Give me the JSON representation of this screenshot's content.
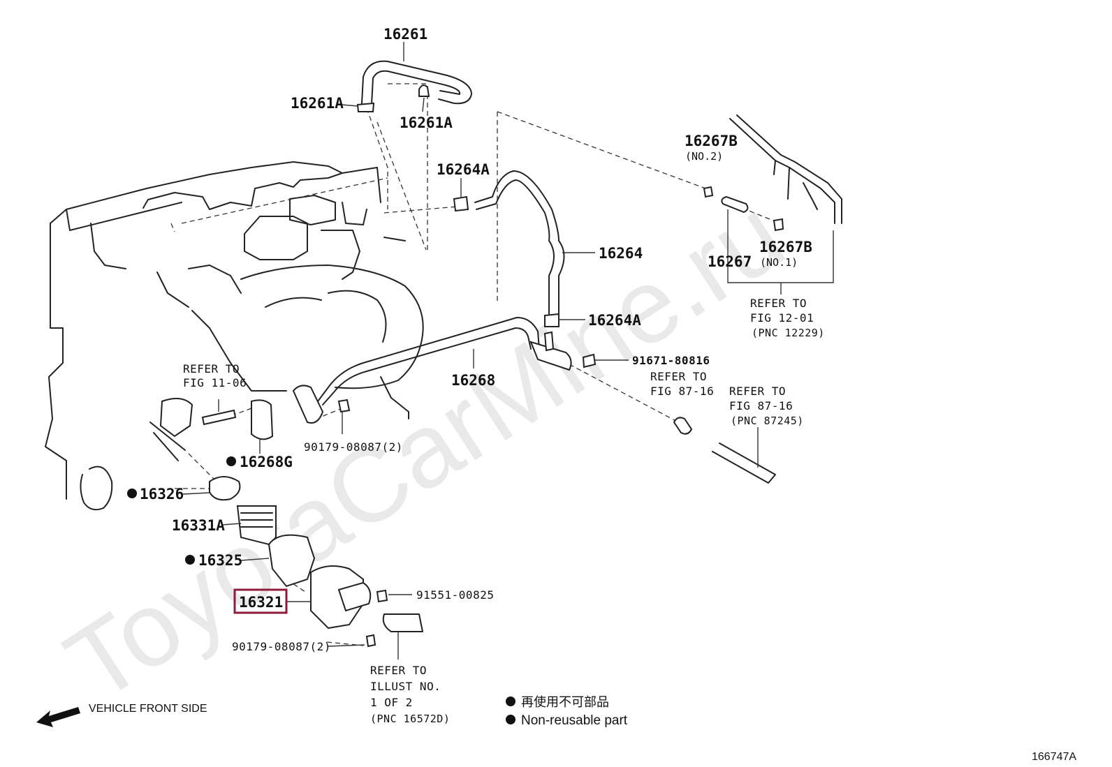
{
  "watermark": "ToyotaCarMine.ru",
  "figure_id": "166747A",
  "highlight_color": "#8e1b3a",
  "parts": {
    "p16261": "16261",
    "p16261A_left": "16261A",
    "p16261A_right": "16261A",
    "p16264A_top": "16264A",
    "p16264": "16264",
    "p16264A_bottom": "16264A",
    "p16267B_no2": "16267B",
    "p16267B_no2_sub": "(NO.2)",
    "p16267": "16267",
    "p16267B_no1": "16267B",
    "p16267B_no1_sub": "(NO.1)",
    "p91671": "91671-80816",
    "p16268": "16268",
    "p90179_top": "90179-08087(2)",
    "p16268G": "16268G",
    "p16326": "16326",
    "p16331A": "16331A",
    "p16325": "16325",
    "p16321": "16321",
    "p91551": "91551-00825",
    "p90179_bottom": "90179-08087(2)"
  },
  "references": {
    "ref_12_01": [
      "REFER TO",
      "FIG 12-01",
      "(PNC 12229)"
    ],
    "ref_11_06": [
      "REFER TO",
      "FIG 11-06"
    ],
    "ref_87_16_a": [
      "REFER TO",
      "FIG 87-16"
    ],
    "ref_87_16_b": [
      "REFER TO",
      "FIG 87-16",
      "(PNC 87245)"
    ],
    "ref_illust": [
      "REFER TO",
      "ILLUST NO.",
      "1 OF 2",
      "(PNC 16572D)"
    ]
  },
  "legend": {
    "non_reusable_jp": "再使用不可部品",
    "non_reusable_en": "Non-reusable part"
  },
  "direction_label": "VEHICLE FRONT SIDE"
}
